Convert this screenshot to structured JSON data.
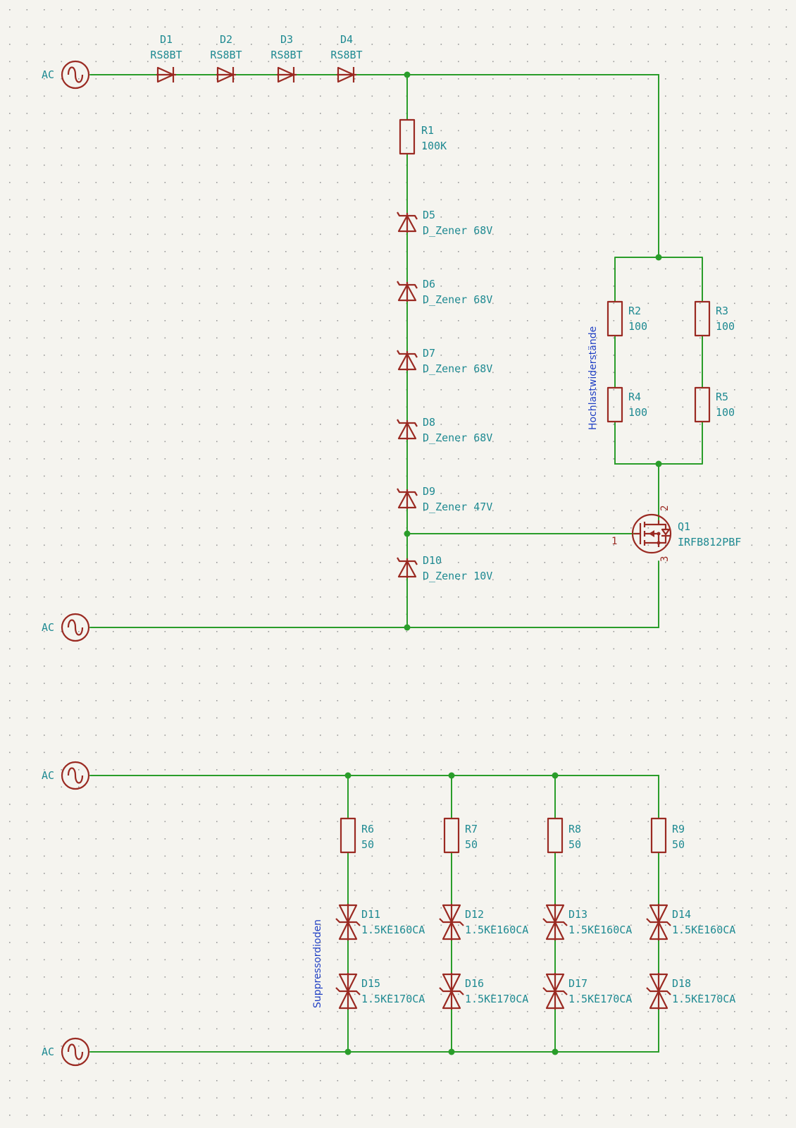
{
  "schematic": {
    "sources": [
      {
        "ref": "AC",
        "name": "ac-source-1"
      },
      {
        "ref": "AC",
        "name": "ac-source-2"
      },
      {
        "ref": "AC",
        "name": "ac-source-3"
      },
      {
        "ref": "AC",
        "name": "ac-source-4"
      }
    ],
    "series_diodes": [
      {
        "ref": "D1",
        "value": "RS8BT"
      },
      {
        "ref": "D2",
        "value": "RS8BT"
      },
      {
        "ref": "D3",
        "value": "RS8BT"
      },
      {
        "ref": "D4",
        "value": "RS8BT"
      }
    ],
    "r1": {
      "ref": "R1",
      "value": "100K"
    },
    "zeners": [
      {
        "ref": "D5",
        "value": "D_Zener 68V"
      },
      {
        "ref": "D6",
        "value": "D_Zener 68V"
      },
      {
        "ref": "D7",
        "value": "D_Zener 68V"
      },
      {
        "ref": "D8",
        "value": "D_Zener 68V"
      },
      {
        "ref": "D9",
        "value": "D_Zener 47V"
      },
      {
        "ref": "D10",
        "value": "D_Zener 10V"
      }
    ],
    "load_resistors": [
      {
        "ref": "R2",
        "value": "100"
      },
      {
        "ref": "R3",
        "value": "100"
      },
      {
        "ref": "R4",
        "value": "100"
      },
      {
        "ref": "R5",
        "value": "100"
      }
    ],
    "load_note": "Hochlastwiderstände",
    "mosfet": {
      "ref": "Q1",
      "value": "IRFB812PBF",
      "pin_gate": "1",
      "pin_drain": "2",
      "pin_source": "3"
    },
    "suppressor_resistors": [
      {
        "ref": "R6",
        "value": "50"
      },
      {
        "ref": "R7",
        "value": "50"
      },
      {
        "ref": "R8",
        "value": "50"
      },
      {
        "ref": "R9",
        "value": "50"
      }
    ],
    "tvs_upper": [
      {
        "ref": "D11",
        "value": "1.5KE160CA"
      },
      {
        "ref": "D12",
        "value": "1.5KE160CA"
      },
      {
        "ref": "D13",
        "value": "1.5KE160CA"
      },
      {
        "ref": "D14",
        "value": "1.5KE160CA"
      }
    ],
    "tvs_lower": [
      {
        "ref": "D15",
        "value": "1.5KE170CA"
      },
      {
        "ref": "D16",
        "value": "1.5KE170CA"
      },
      {
        "ref": "D17",
        "value": "1.5KE170CA"
      },
      {
        "ref": "D18",
        "value": "1.5KE170CA"
      }
    ],
    "suppressor_note": "Suppressordioden"
  }
}
